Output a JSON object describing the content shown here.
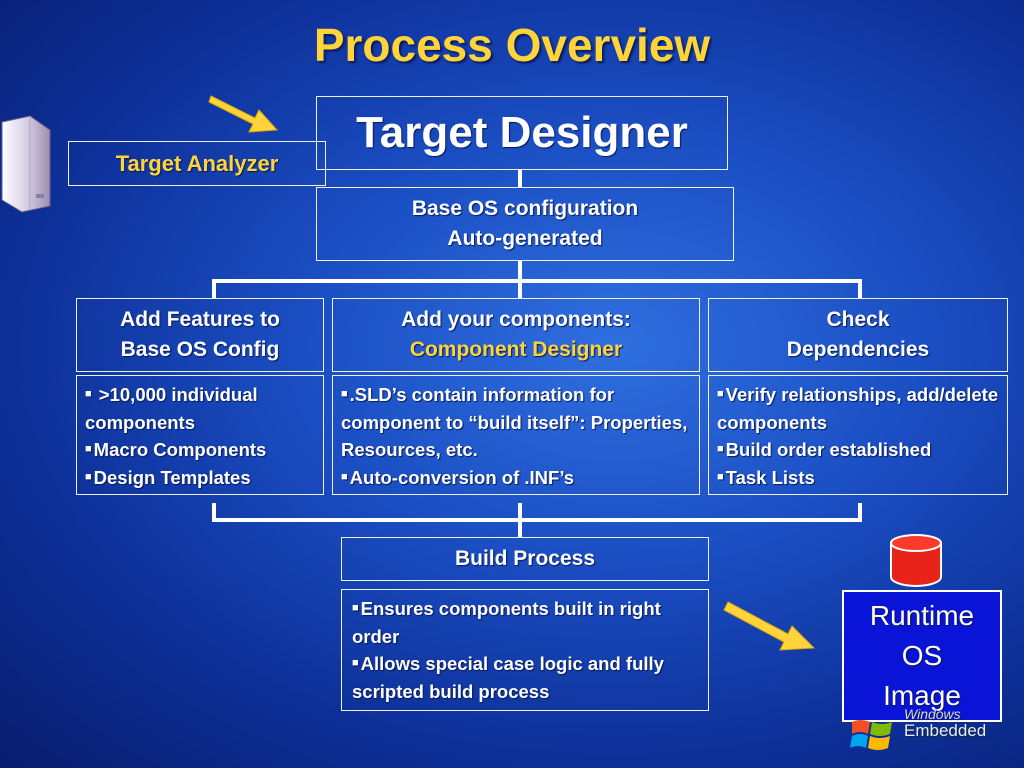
{
  "title": "Process Overview",
  "target_designer": "Target Designer",
  "target_analyzer": "Target Analyzer",
  "base": {
    "line1": "Base OS configuration",
    "line2": "Auto-generated"
  },
  "columns": [
    {
      "head1": "Add Features to",
      "head2": "Base OS Config",
      "bullets": [
        " >10,000 individual components",
        "Macro Components",
        "Design Templates"
      ]
    },
    {
      "head1": "Add your components:",
      "head2": "Component Designer",
      "bullets": [
        ".SLD’s contain information for component to “build itself”: Properties, Resources, etc.",
        "Auto-conversion of .INF’s"
      ]
    },
    {
      "head1": "Check",
      "head2": "Dependencies",
      "bullets": [
        "Verify relationships, add/delete components",
        "Build order established",
        "Task Lists"
      ]
    }
  ],
  "build": {
    "head": "Build Process",
    "bullets": [
      "Ensures components built in right order",
      "Allows special case logic and fully scripted build process"
    ]
  },
  "runtime": {
    "line1": "Runtime",
    "line2": "OS",
    "line3": "Image"
  },
  "logo": {
    "line1": "Windows",
    "line2": "Embedded"
  },
  "colors": {
    "accent": "#ffd43a",
    "background": "#1b4fc4",
    "runtime_fill": "#0a14d6",
    "database": "#e8231a"
  }
}
